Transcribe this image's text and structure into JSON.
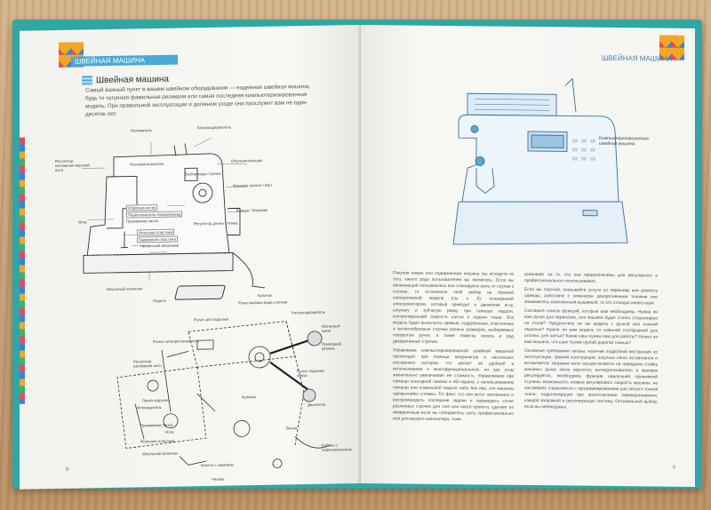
{
  "left_page": {
    "header": "ШВЕЙНАЯ МАШИНА",
    "section_title": "Швейная машина",
    "intro": "Самый важный пункт в вашем швейном оборудовании — надежная швейная машина, будь то чугунная фамильная реликвия или самая последняя компьютеризированная модель. При правильной эксплуатации и должном уходе она прослужит вам не один десяток лет.",
    "machine_callouts": [
      "Натяжитель",
      "Катушкодержатель",
      "Регулятор натяжения верхней нити",
      "Шпульмотальщик",
      "Нитепритягиватель",
      "Выбор вида строчки",
      "Маховое колесо / Вал",
      "Обрезчик ниток",
      "Регулятор длины стежка",
      "Колесо / Маховик",
      "Переключатель вперед/назад",
      "Прижимная лапка",
      "Игла",
      "Игольная пластина",
      "Задвижная пластина",
      "Челночный механизм",
      "Шпульный колпачок",
      "Педаль"
    ],
    "exploded_callouts": [
      "Ручка выбора вида строчки",
      "Кулачок",
      "Рычаг для подъема",
      "Катушкодержатель",
      "Моторный шкив",
      "Приводной ремень",
      "Рычаг нитепритягивателя",
      "Регулятор натяжения нити",
      "Рычаг подъема лапки",
      "Лапка подъема",
      "Игловодитель",
      "Кулачки",
      "Прижимная лапка",
      "Игла",
      "Игольная пластина",
      "Двигатель",
      "Шпульный колпачок",
      "Колесо с зажимом",
      "Челнок",
      "Кабель с переключателем",
      "Вилка"
    ],
    "page_number": "8"
  },
  "right_page": {
    "header": "ШВЕЙНАЯ МАШИНА",
    "figure_caption": "Компьютеризированная швейная машина",
    "col1": [
      "Покупая новую или подержанную машину, вы исходите из того, какого рода пользователем вы являетесь. Если вы начинающий пользователь или планируете шить от случая к случаю, то остановите свой выбор на базовой электрической модели (см. с. 8), оснащенной электромотором, который приводит в движение иглу, шпульку и зубчатую рейку при помощи педали, контролирующей скорость шитья и подачи ткани. Эта модель будет выполнять прямые, подрубочные, эластичные и зигзагообразные строчки разных размеров, выбираемых поворотом ручки, а также обметку петель и ряд декоративных строчек.",
      "Управление компьютеризированной швейной машиной происходит при помощи микрочипов и нескольких внутренних моторов, что делает ее удобной в использовании и многофункциональной, но при этом значительно увеличивает ее стоимость. Управляемая при помощи сенсорной панели и ЖК-экрана, с использованием помощи или клавишной педали либо без нее, эти машины чрезвычайно сложны. Тот факт, что они могут запоминать и воспроизводить последние задачи и переводить сотни различных строчек для того или иного проекта, сделает их невероятным если вы собираетесь шить профессионально или для вашего компьютера, тоже."
    ],
    "col2": [
      "указывает на то, что они предназначены для регулярного и профессионального использования.",
      "Если вы портной, оказывайте услуги по перешиву или ремонту одежды, работаете с химически декоративными тканями или занимаетесь комплексной вышивкой, то это стоящая инвестиция.",
      "Составьте список функций, которые вам необходимы. Нужна ли вам ручка для переноски, или машина будет стоять стационарно на столе? Предпочтете ли вы модель с ручкой или ножной педалью? Нужна ли вам модель со сменной платформой для штопки, для шитья? Какие швы нужны вам для работы? Нужна ли вам машина, что шьет более грубой дорогой тканью?",
      "Основные требования таковы: наличие подробной инструкции по эксплуатации, прямой конструкции, шпулька легко вставляется и вставляется; заправка нити осуществляется на переднюю стойку машины; ручка легко вертится; нитепритягиватель и маховик регулируется, необходима функция наилучшей прижимной ступени; возможность плавно регулировать скорость машины; не застревает, справляется с программированием для легкого тонкой ткани; гидрогенерация при приготовлении переворачивания, каждой заправкой в регулирующих систему. Оптимальной выбор, если вы необходимы."
    ],
    "page_number": "9"
  }
}
